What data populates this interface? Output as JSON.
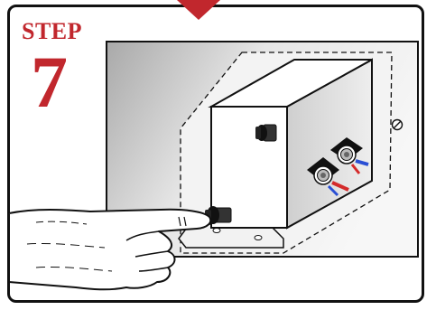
{
  "step": {
    "label": "STEP",
    "number": "7"
  },
  "colors": {
    "accent_red": "#c1272d",
    "wire_red": "#d42a2a",
    "wire_blue": "#2a4fd4",
    "line": "#111111"
  },
  "icons": {
    "pointer": "down-arrow-indicator",
    "hand": "pointing-hand-icon",
    "screw": "screw-icon"
  }
}
